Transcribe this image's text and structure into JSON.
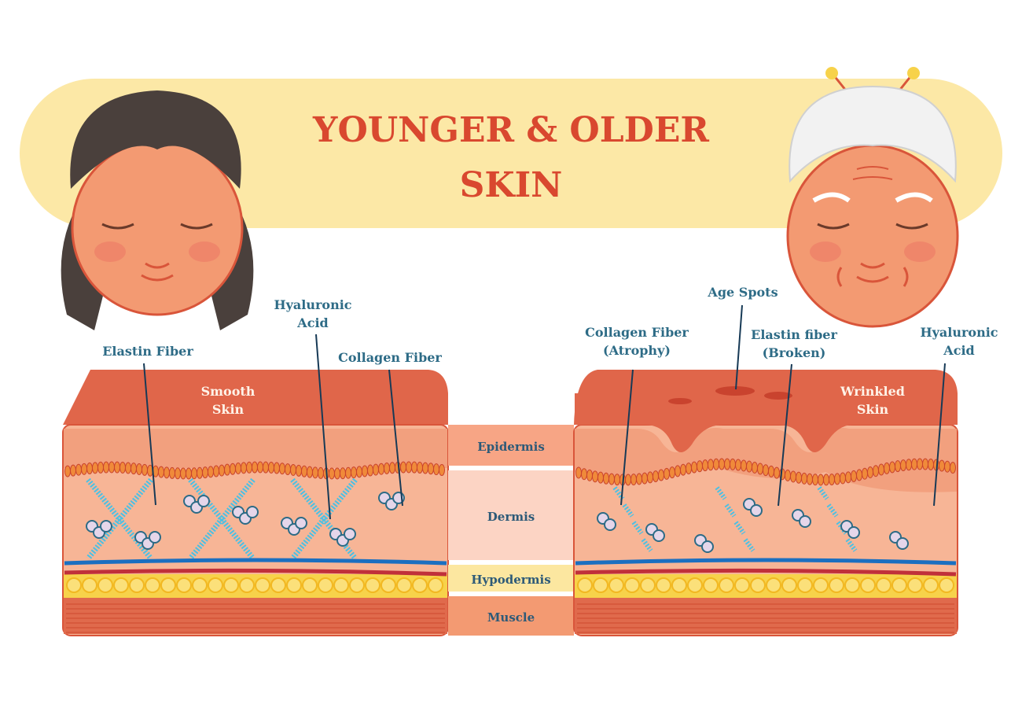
{
  "title": {
    "line1": "YOUNGER & OLDER",
    "line2": "SKIN"
  },
  "young_skin": {
    "surface_label_line1": "Smooth",
    "surface_label_line2": "Skin",
    "callouts": {
      "elastin": "Elastin Fiber",
      "hyaluronic_line1": "Hyaluronic",
      "hyaluronic_line2": "Acid",
      "collagen": "Collagen Fiber"
    }
  },
  "old_skin": {
    "surface_label_line1": "Wrinkled",
    "surface_label_line2": "Skin",
    "callouts": {
      "collagen_line1": "Collagen Fiber",
      "collagen_line2": "(Atrophy)",
      "age_spots": "Age Spots",
      "elastin_line1": "Elastin fiber",
      "elastin_line2": "(Broken)",
      "hyaluronic_line1": "Hyaluronic",
      "hyaluronic_line2": "Acid"
    }
  },
  "layers": [
    "Epidermis",
    "Dermis",
    "Hypodermis",
    "Muscle"
  ],
  "colors": {
    "title": "#d9482f",
    "banner": "#fce8a6",
    "label": "#2d6b86",
    "skin_top": "#e0664a",
    "epidermis": "#f2a07e",
    "dermis": "#f7b596",
    "fat": "#f7d24a",
    "muscle": "#e06a4c",
    "elastin": "#4cc0e4",
    "vessel_blue": "#1b6fc0",
    "vessel_red": "#c0303a"
  }
}
